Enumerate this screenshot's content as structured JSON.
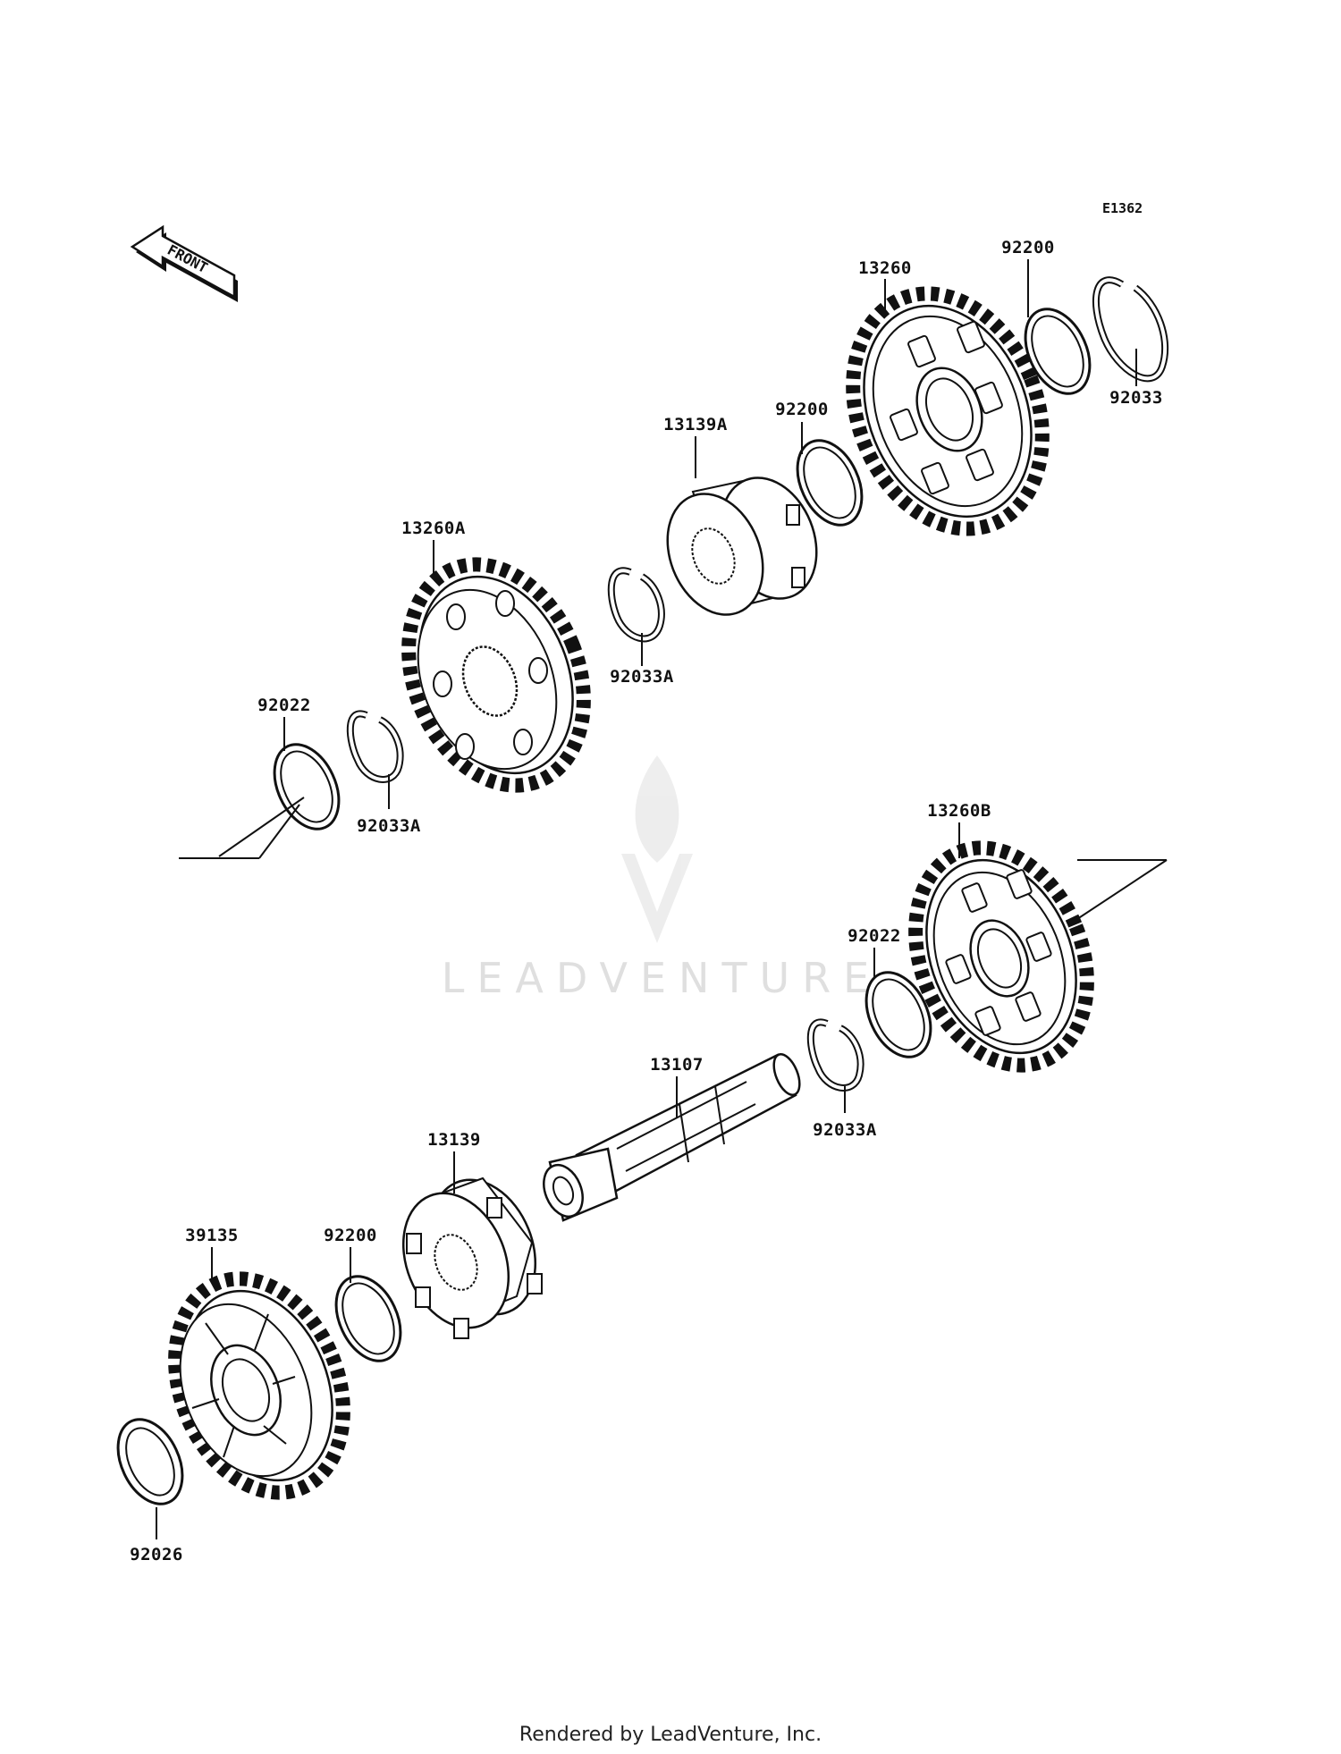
{
  "diagram_code": "E1362",
  "front_label": "FRONT",
  "watermark": "LEADVENTURE",
  "footer": "Rendered by LeadVenture, Inc.",
  "labels": {
    "p13260": "13260",
    "p92200_top": "92200",
    "p92033": "92033",
    "p13139A": "13139A",
    "p92200_mid": "92200",
    "p13260A": "13260A",
    "p92033A_a": "92033A",
    "p92022_top": "92022",
    "p92033A_b": "92033A",
    "p13260B": "13260B",
    "p92022_bot": "92022",
    "p92033A_c": "92033A",
    "p13107": "13107",
    "p13139": "13139",
    "p39135": "39135",
    "p92200_bot": "92200",
    "p92026": "92026"
  }
}
